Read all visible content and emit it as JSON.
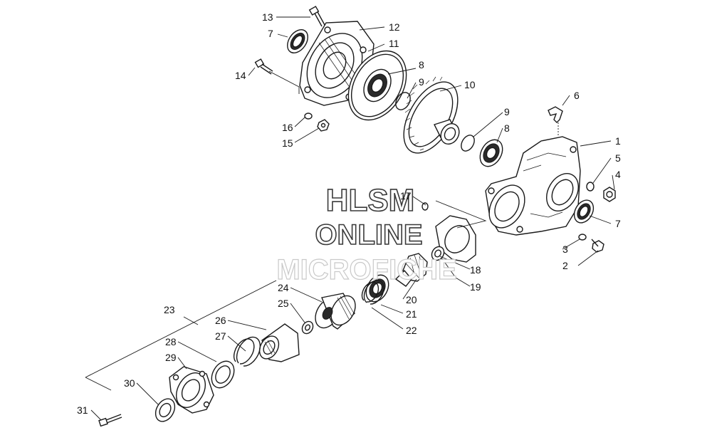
{
  "watermark": {
    "line1": "HLSM",
    "line2": "ONLINE",
    "line3": "MICROFICHE"
  },
  "callouts": {
    "c1": "1",
    "c2": "2",
    "c3": "3",
    "c4": "4",
    "c5": "5",
    "c6": "6",
    "c7a": "7",
    "c7b": "7",
    "c8a": "8",
    "c8b": "8",
    "c9a": "9",
    "c9b": "9",
    "c10": "10",
    "c11": "11",
    "c12": "12",
    "c13": "13",
    "c14": "14",
    "c15": "15",
    "c16": "16",
    "c17": "17",
    "c18": "18",
    "c19": "19",
    "c20": "20",
    "c21": "21",
    "c22": "22",
    "c23": "23",
    "c24": "24",
    "c25": "25",
    "c26": "26",
    "c27": "27",
    "c28": "28",
    "c29": "29",
    "c30": "30",
    "c31": "31"
  }
}
